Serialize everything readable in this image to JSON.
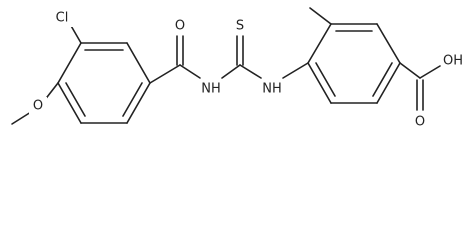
{
  "atoms": {
    "carbonyl_o_amide": "O",
    "thiocarbonyl_s": "S",
    "amide_nh": "NH",
    "thiourea_nh": "NH",
    "chloro": "Cl",
    "methoxy_o": "O",
    "carboxyl_oh": "OH",
    "carboxyl_o": "O"
  },
  "colors": {
    "bond": "#222222",
    "background": "#ffffff"
  }
}
